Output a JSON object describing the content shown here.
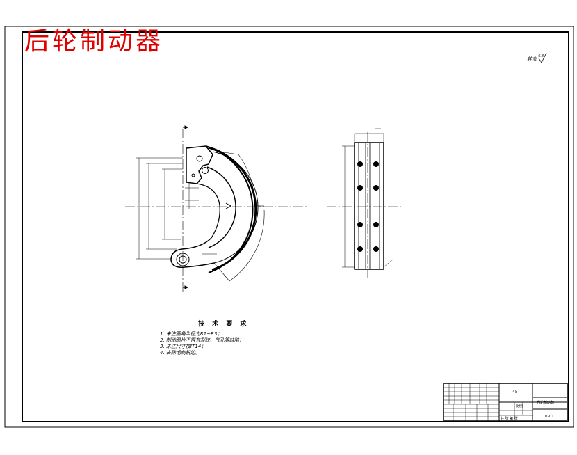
{
  "title": "后轮制动器",
  "roughness_note": "其余",
  "roughness_value": "6.3",
  "tech_requirements": {
    "heading": "技 术 要 求",
    "items": [
      "1. 未注圆角半径为R1~R3；",
      "2. 制动蹄片不得有裂纹、气孔等缺陷；",
      "3. 未注尺寸按IT14；",
      "4. 去除毛刺锐边。"
    ]
  },
  "title_block": {
    "material": "45",
    "part_name": "后轮制动蹄",
    "drawing_no": "01-01",
    "scale_label": "比例",
    "sheet_label": "共 张 第 张"
  }
}
